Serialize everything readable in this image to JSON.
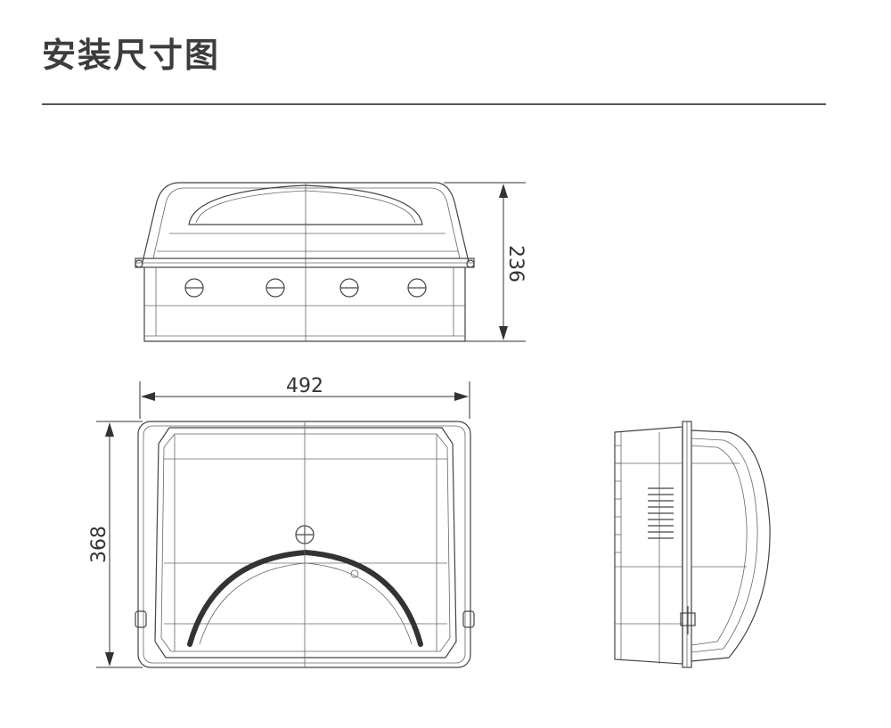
{
  "header": {
    "title": "安装尺寸图"
  },
  "dimensions": {
    "height": "236",
    "width": "492",
    "depth": "368"
  }
}
